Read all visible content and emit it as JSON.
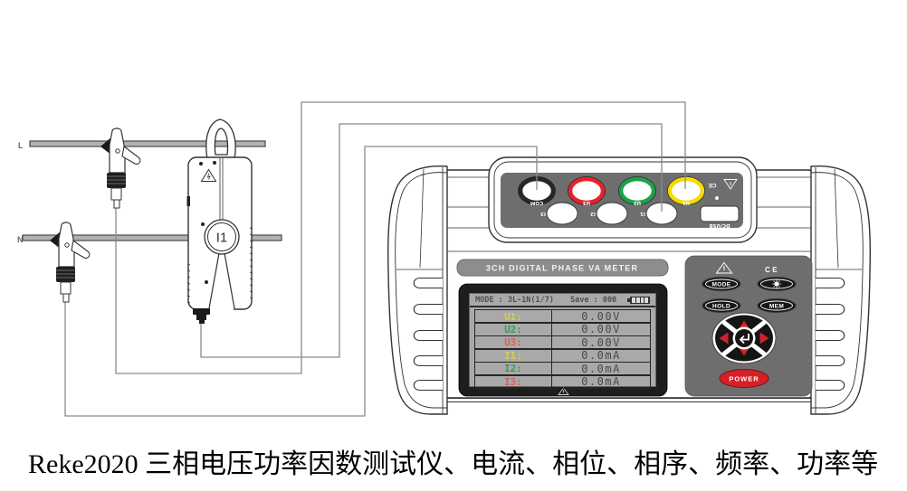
{
  "diagram": {
    "wire_l_label": "L",
    "wire_n_label": "N",
    "clamp_label": "I1"
  },
  "meter": {
    "banner": "3CH DIGITAL PHASE VA METER",
    "top_panel": {
      "ports_row1": [
        {
          "label": "COM",
          "ring_color": "#2a2527"
        },
        {
          "label": "U3",
          "ring_color": "#e8212a"
        },
        {
          "label": "U2",
          "ring_color": "#1fa04a"
        },
        {
          "label": "U1",
          "ring_color": "#f6da00"
        }
      ],
      "ports_row2": [
        {
          "label": "I3"
        },
        {
          "label": "I2"
        },
        {
          "label": "I1"
        }
      ],
      "dc_usb_label": "DC/USB",
      "ce_mark": "CE"
    },
    "lcd": {
      "mode_text": "MODE : 3L-1N(1/7)",
      "save_text": "Save : 000",
      "rows": [
        {
          "label": "U1:",
          "value": "0.00V",
          "color": "#ddd235"
        },
        {
          "label": "U2:",
          "value": "0.00V",
          "color": "#33a04d"
        },
        {
          "label": "U3:",
          "value": "0.00V",
          "color": "#e25b50"
        },
        {
          "label": "I1:",
          "value": "0.0mA",
          "color": "#ddd235"
        },
        {
          "label": "I2:",
          "value": "0.0mA",
          "color": "#33a04d"
        },
        {
          "label": "I3:",
          "value": "0.0mA",
          "color": "#e25b50"
        }
      ]
    },
    "keypad": {
      "ce_mark": "CE",
      "mode_label": "MODE",
      "hold_label": "HOLD",
      "mem_label": "MEM",
      "power_label": "POWER"
    }
  },
  "caption": "Reke2020 三相电压功率因数测试仪、电流、相位、相序、频率、功率等",
  "colors": {
    "panel_gray": "#6e6e6e",
    "accent_red": "#d42127",
    "lcd_screen": "#a9a9a9",
    "outline": "#333333",
    "routing_line": "#8a8a8a"
  }
}
